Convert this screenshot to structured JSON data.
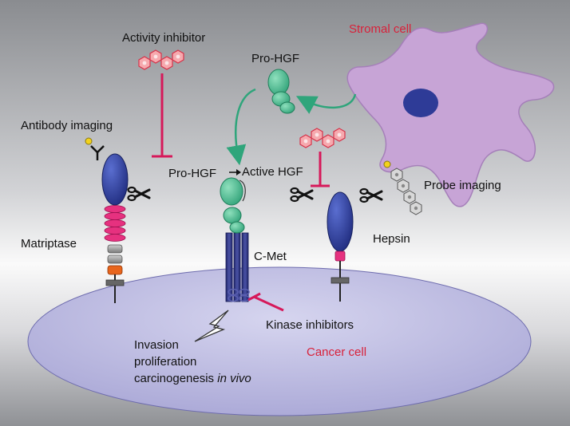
{
  "labels": {
    "activity_inhibitor": "Activity inhibitor",
    "stromal_cell": "Stromal cell",
    "pro_hgf_top": "Pro-HGF",
    "antibody_imaging": "Antibody imaging",
    "pro_hgf_mid": "Pro-HGF",
    "active_hgf": "Active HGF",
    "probe_imaging": "Probe imaging",
    "matriptase": "Matriptase",
    "c_met": "C-Met",
    "hepsin": "Hepsin",
    "kinase_inhibitors": "Kinase inhibitors",
    "cancer_cell": "Cancer cell",
    "outcome_line1": "Invasion",
    "outcome_line2": "proliferation",
    "outcome_line3": "carcinogenesis",
    "outcome_in_vivo": "in vivo"
  },
  "colors": {
    "inhibitor_bar": "#d6195a",
    "accent_text": "#d8213a",
    "hgf_green": "#3db68a",
    "protease_blue": "#2b3c9a",
    "stromal_purple": "#c9a7d6",
    "cancer_cell_fill": "#b9b8df",
    "background_gray": "#8d8f93"
  },
  "icons": [
    "scissors-icon",
    "lightning-icon",
    "antibody-icon",
    "hexagon-molecule-icon"
  ]
}
